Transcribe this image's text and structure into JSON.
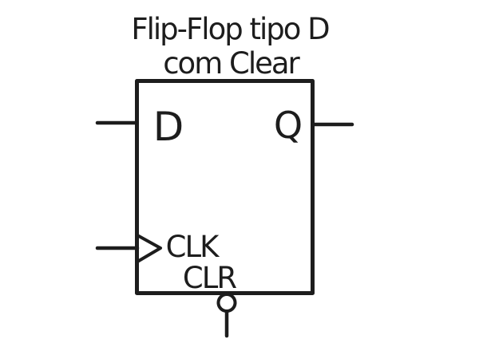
{
  "title": {
    "line1": "Flip-Flop tipo D",
    "line2": "com Clear"
  },
  "symbol": {
    "component": "D flip-flop with clear",
    "pins": {
      "data_input_label": "D",
      "output_label": "Q",
      "clock_label": "CLK",
      "clear_label": "CLR"
    },
    "colors": {
      "ink": "#1d1d1d",
      "background": "#ffffff"
    }
  }
}
